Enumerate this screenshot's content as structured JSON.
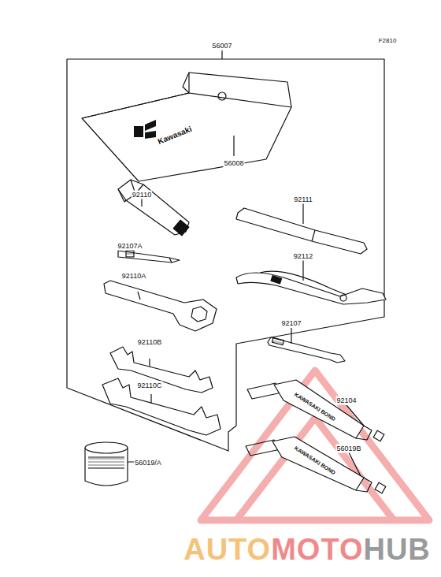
{
  "diagram": {
    "labels": [
      "F2810",
      "56007",
      "Kawasaki",
      "56008",
      "92110",
      "92111",
      "92107A",
      "92112",
      "92110A",
      "92107",
      "92110B",
      "92110C",
      "92104",
      "KAWASAKI BOND",
      "56019B",
      "KAWASAKI BOND",
      "56019/A",
      "AUTO",
      "MOTO",
      "HUB"
    ]
  }
}
